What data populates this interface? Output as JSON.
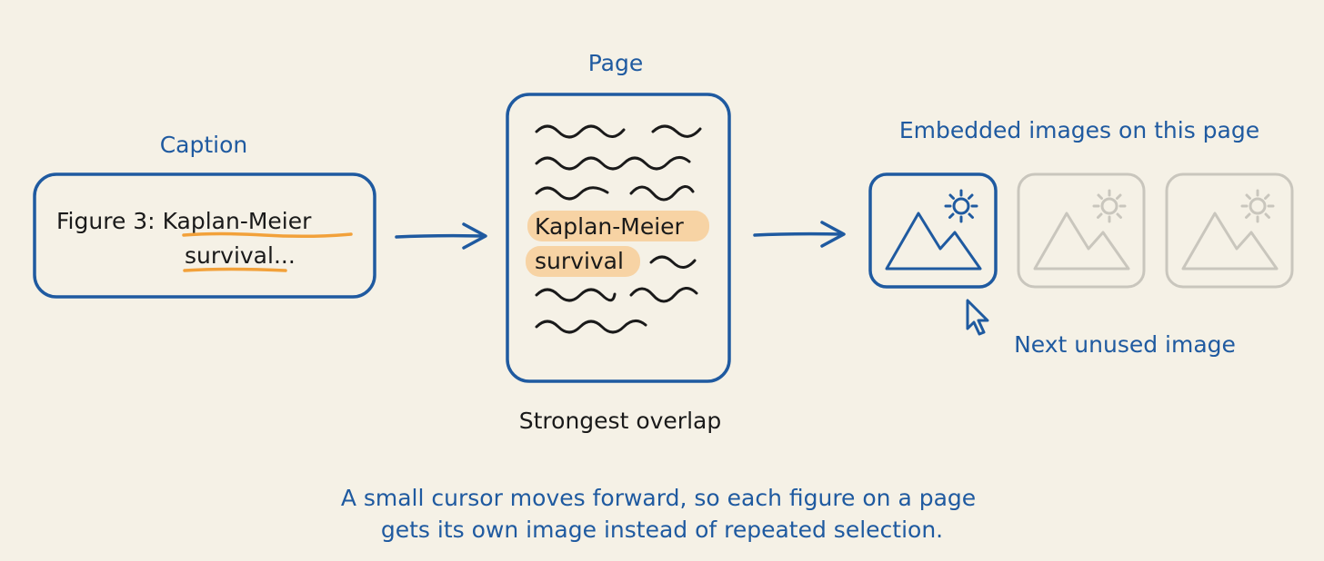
{
  "colors": {
    "background": "#f5f1e6",
    "accent_blue": "#1f5aa0",
    "highlight_orange": "#f2a13a",
    "highlight_fill": "#f7cf9c",
    "ink": "#1a1a1a",
    "muted_gray": "#c9c6bd"
  },
  "caption": {
    "heading": "Caption",
    "line1_prefix": "Figure 3: ",
    "line1_key": "Kaplan-Meier",
    "line2_key": "survival",
    "line2_suffix": "..."
  },
  "page": {
    "heading": "Page",
    "match_line1": "Kaplan-Meier",
    "match_line2": "survival",
    "footer": "Strongest overlap"
  },
  "images": {
    "heading": "Embedded images on this page",
    "thumbnails": [
      {
        "state": "active",
        "icon": "mountain-sun-icon"
      },
      {
        "state": "used",
        "icon": "mountain-sun-icon"
      },
      {
        "state": "used",
        "icon": "mountain-sun-icon"
      }
    ],
    "pointer_label": "Next unused image"
  },
  "note": {
    "line1": "A small cursor moves forward, so each figure on a page",
    "line2": "gets its own image instead of repeated selection."
  }
}
